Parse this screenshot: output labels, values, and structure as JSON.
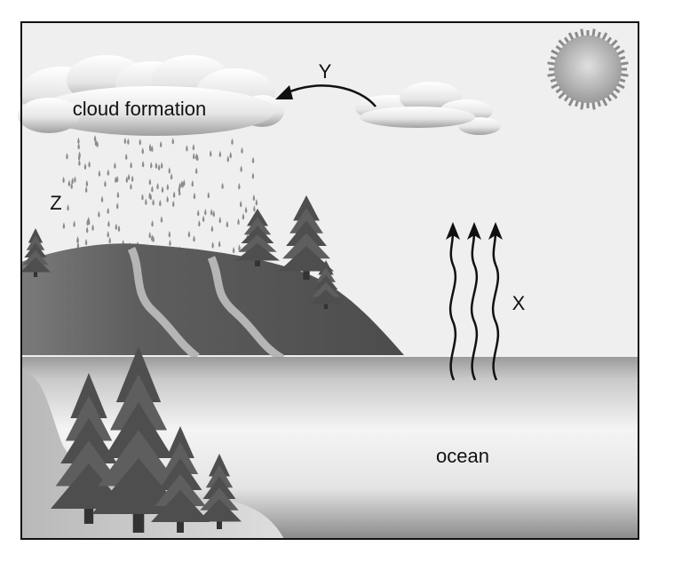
{
  "labels": {
    "cloud": "cloud formation",
    "y": "Y",
    "z": "Z",
    "x": "X",
    "ocean": "ocean"
  },
  "colors": {
    "sky": "#efefef",
    "frame": "#111111",
    "ink": "#111111",
    "hill": "#5a5a5a",
    "stream": "#b5b5b5",
    "tree": "#555555",
    "trunk": "#333333",
    "raindrop": "#8c8c8c"
  },
  "icons": {
    "sun": "sun-icon",
    "clouds": "cloud-icon",
    "evaporation": "wavy-up-arrow-icon",
    "condensation": "curved-arrow-icon",
    "precipitation": "raindrops-icon",
    "trees": "pine-tree-icon"
  }
}
